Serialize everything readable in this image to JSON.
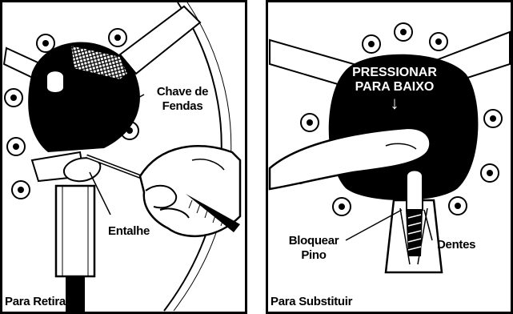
{
  "panels": [
    {
      "caption": "Para Retirar",
      "labels": {
        "screwdriver": "Chave de Fendas",
        "notch": "Entalhe"
      }
    },
    {
      "caption": "Para Substituir",
      "labels": {
        "press_line1": "PRESSIONAR",
        "press_line2": "PARA BAIXO",
        "arrow": "↓",
        "lock_pin": "Bloquear Pino",
        "teeth": "Dentes"
      }
    }
  ],
  "colors": {
    "ink": "#000000",
    "paper": "#ffffff"
  }
}
